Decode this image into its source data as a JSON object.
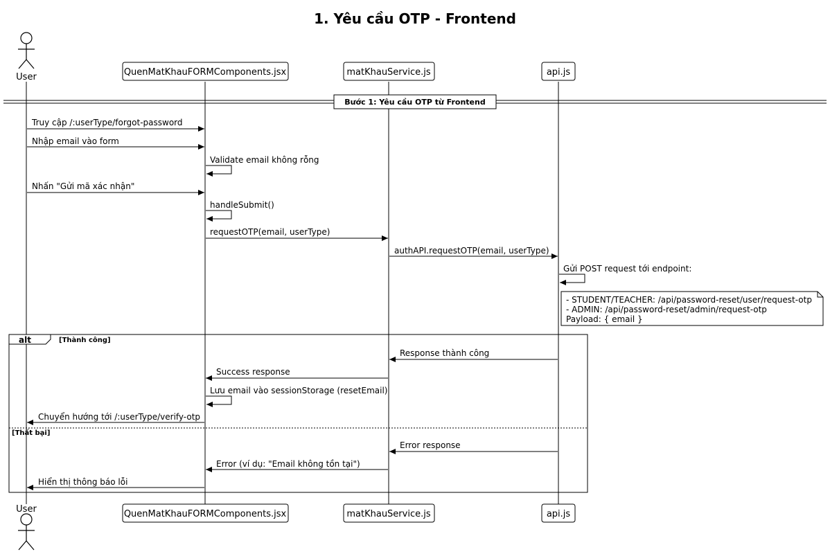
{
  "title": "1. Yêu cầu OTP - Frontend",
  "actor": "User",
  "participants": {
    "form": "QuenMatKhauFORMComponents.jsx",
    "service": "matKhauService.js",
    "api": "api.js"
  },
  "divider": "Bước 1: Yêu cầu OTP từ Frontend",
  "messages": {
    "m1": "Truy cập /:userType/forgot-password",
    "m2": "Nhập email vào form",
    "m3": "Validate email không rỗng",
    "m4": "Nhấn \"Gửi mã xác nhận\"",
    "m5": "handleSubmit()",
    "m6": "requestOTP(email, userType)",
    "m7": "authAPI.requestOTP(email, userType)",
    "m8": "Gửi POST request tới endpoint:"
  },
  "note": [
    "- STUDENT/TEACHER: /api/password-reset/user/request-otp",
    "- ADMIN: /api/password-reset/admin/request-otp",
    "Payload: { email }"
  ],
  "alt": {
    "keyword": "alt",
    "guard_success": "[Thành công]",
    "guard_failure": "[Thất bại]",
    "s1": "Response thành công",
    "s2": "Success response",
    "s3": "Lưu email vào sessionStorage (resetEmail)",
    "s4": "Chuyển hướng tới /:userType/verify-otp",
    "f1": "Error response",
    "f2": "Error (ví dụ: \"Email không tồn tại\")",
    "f3": "Hiển thị thông báo lỗi"
  }
}
